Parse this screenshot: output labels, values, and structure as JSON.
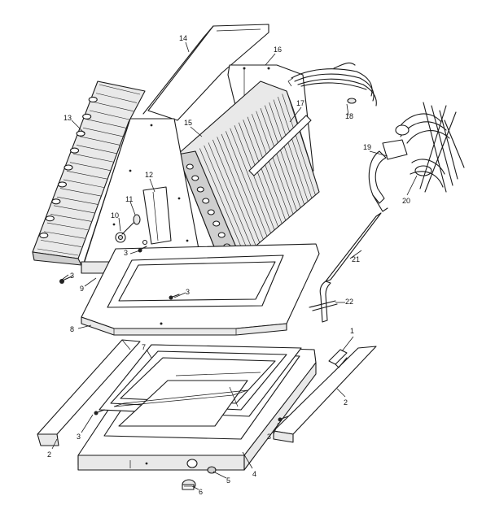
{
  "diagram": {
    "callouts": [
      {
        "id": "c1",
        "text": "1"
      },
      {
        "id": "c2a",
        "text": "2"
      },
      {
        "id": "c2b",
        "text": "2"
      },
      {
        "id": "c3a",
        "text": "3"
      },
      {
        "id": "c3b",
        "text": "3"
      },
      {
        "id": "c3c",
        "text": "3"
      },
      {
        "id": "c3d",
        "text": "3"
      },
      {
        "id": "c3e",
        "text": "3"
      },
      {
        "id": "c4",
        "text": "4"
      },
      {
        "id": "c5",
        "text": "5"
      },
      {
        "id": "c6",
        "text": "6"
      },
      {
        "id": "c7",
        "text": "7"
      },
      {
        "id": "c8",
        "text": "8"
      },
      {
        "id": "c9",
        "text": "9"
      },
      {
        "id": "c10",
        "text": "10"
      },
      {
        "id": "c11",
        "text": "11"
      },
      {
        "id": "c12",
        "text": "12"
      },
      {
        "id": "c13",
        "text": "13"
      },
      {
        "id": "c14",
        "text": "14"
      },
      {
        "id": "c15",
        "text": "15"
      },
      {
        "id": "c16",
        "text": "16"
      },
      {
        "id": "c17",
        "text": "17"
      },
      {
        "id": "c18",
        "text": "18"
      },
      {
        "id": "c19",
        "text": "19"
      },
      {
        "id": "c20",
        "text": "20"
      },
      {
        "id": "c21",
        "text": "21"
      },
      {
        "id": "c22",
        "text": "22"
      }
    ]
  }
}
